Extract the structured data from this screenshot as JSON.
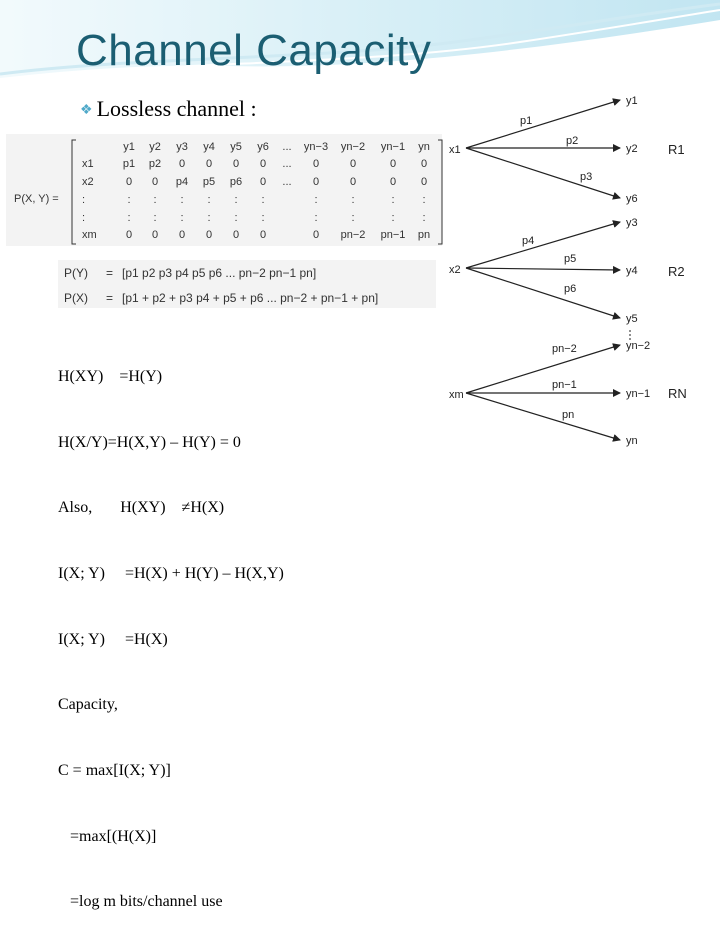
{
  "slide": {
    "title": "Channel Capacity",
    "bullet": "Lossless channel :"
  },
  "matrix": {
    "label": "P(X, Y) =",
    "col_headers": [
      "y1",
      "y2",
      "y3",
      "y4",
      "y5",
      "y6",
      "...",
      "yn−3",
      "yn−2",
      "yn−1",
      "yn"
    ],
    "row_labels": [
      "x1",
      "x2",
      ":",
      ":",
      "xm"
    ],
    "rows": [
      [
        "p1",
        "p2",
        "0",
        "0",
        "0",
        "0",
        "...",
        "0",
        "0",
        "0",
        "0"
      ],
      [
        "0",
        "0",
        "p4",
        "p5",
        "p6",
        "0",
        "...",
        "0",
        "0",
        "0",
        "0"
      ],
      [
        ":",
        ":",
        ":",
        ":",
        ":",
        ":",
        "",
        ":",
        ":",
        ":",
        ":"
      ],
      [
        ":",
        ":",
        ":",
        ":",
        ":",
        ":",
        "",
        ":",
        ":",
        ":",
        ":"
      ],
      [
        "0",
        "0",
        "0",
        "0",
        "0",
        "0",
        "",
        "0",
        "pn−2",
        "pn−1",
        "pn"
      ]
    ]
  },
  "py": {
    "label": "P(Y)",
    "eq": "=",
    "values": "[p1   p2   p3   p4   p5   p6 ... pn−2   pn−1   pn]"
  },
  "px": {
    "label": "P(X)",
    "eq": "=",
    "values": "[p1 + p2 + p3   p4 + p5 + p6 ... pn−2 + pn−1 + pn]"
  },
  "equations": [
    "H(XY)    =H(Y)",
    "H(X/Y)=H(X,Y) – H(Y) = 0",
    "Also,       H(XY)    ≠H(X)",
    "I(X; Y)     =H(X) + H(Y) – H(X,Y)",
    "I(X; Y)     =H(X)",
    "Capacity,",
    "C = max[I(X; Y)]",
    "   =max[(H(X)]",
    "   =log m bits/channel use"
  ],
  "diagram": {
    "inputs": [
      "x1",
      "x2",
      "xm"
    ],
    "outputs": [
      "y1",
      "y2",
      "y6",
      "y3",
      "y4",
      "y5",
      "yn−2",
      "yn−1",
      "yn"
    ],
    "edge_labels": [
      "p1",
      "p2",
      "p3",
      "p4",
      "p5",
      "p6",
      "pn−2",
      "pn−1",
      "pn"
    ],
    "groups": [
      "R1",
      "R2",
      "RN"
    ]
  },
  "colors": {
    "title": "#1b5e72",
    "accent": "#4fa9c9",
    "gray_panel": "#f3f3f3"
  }
}
